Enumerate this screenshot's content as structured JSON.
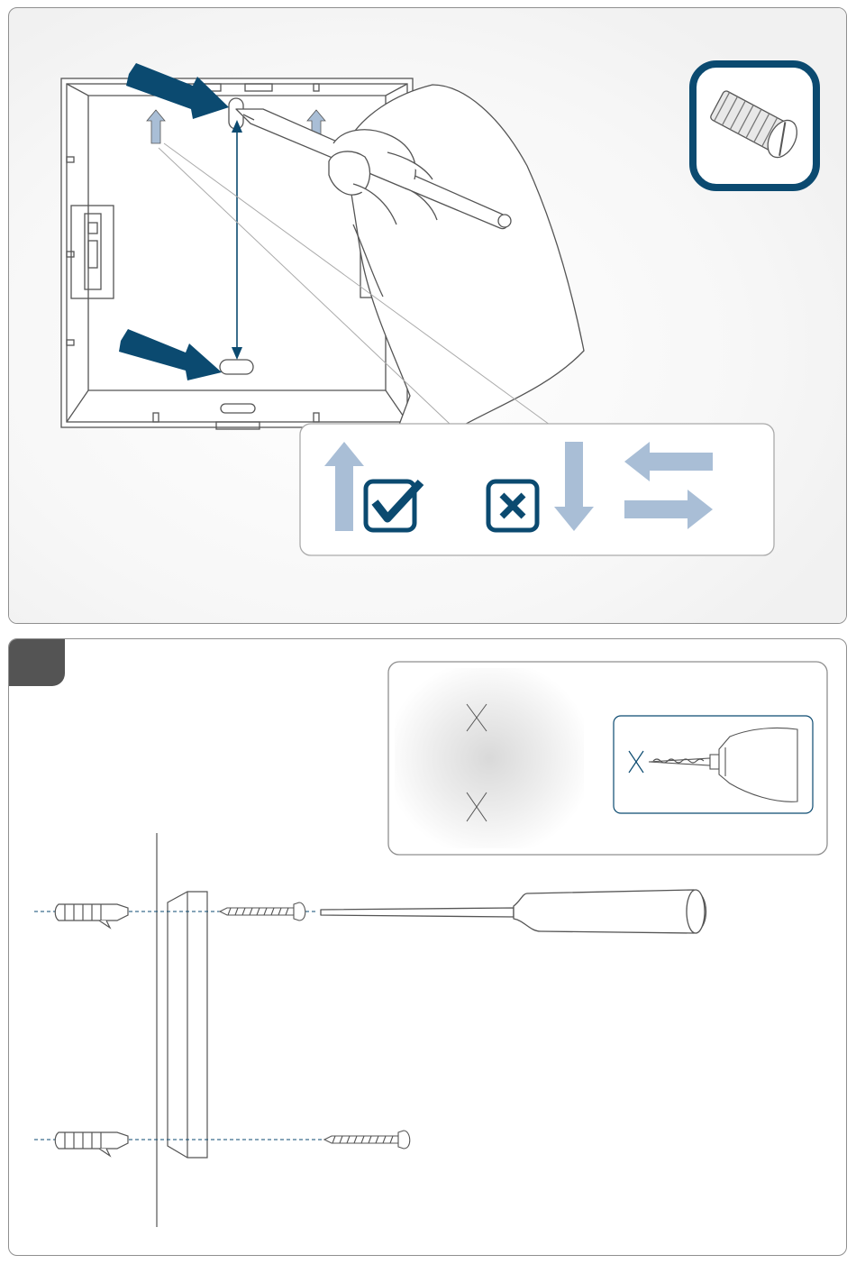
{
  "panels": [
    {
      "id": "mark-holes",
      "step_label": "",
      "icons": [
        "mounting-plate",
        "pencil-hand",
        "screw-anchor-icon",
        "arrow-up-check-icon",
        "cross-box-icon",
        "arrow-down-icon",
        "arrows-left-right-icon"
      ]
    },
    {
      "id": "drill-and-mount",
      "step_label": "",
      "icons": [
        "wall-marks",
        "drill-bit-icon",
        "wall-plug-icon",
        "wood-screw-icon",
        "screwdriver-icon"
      ]
    }
  ],
  "colors": {
    "navy": "#0b4a70",
    "light_blue": "#a9bed6",
    "outline": "#555555",
    "frame": "#8f8f8f",
    "step_tab": "#545454"
  }
}
